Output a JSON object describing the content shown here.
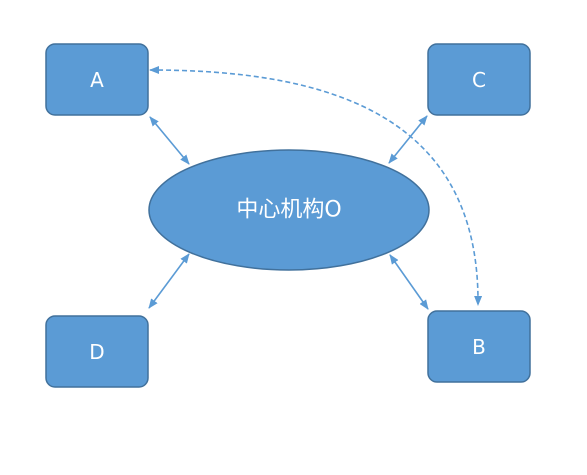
{
  "nodes": {
    "a": {
      "label": "A"
    },
    "b": {
      "label": "B"
    },
    "c": {
      "label": "C"
    },
    "d": {
      "label": "D"
    },
    "center": {
      "label": "中心机构O"
    }
  },
  "colors": {
    "node_fill": "#5b9bd5",
    "node_border": "#41719c",
    "edge": "#5b9bd5",
    "text": "#ffffff"
  }
}
